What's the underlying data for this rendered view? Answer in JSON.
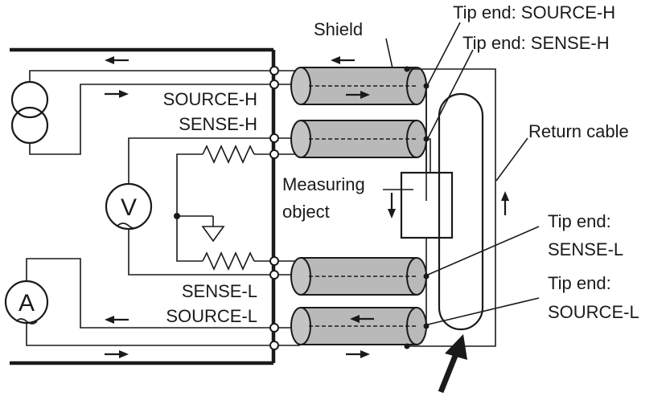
{
  "labels": {
    "shield": "Shield",
    "tip_source_h": "Tip end: SOURCE-H",
    "tip_sense_h": "Tip end: SENSE-H",
    "source_h": "SOURCE-H",
    "sense_h": "SENSE-H",
    "return_cable": "Return cable",
    "measuring_line1": "Measuring",
    "measuring_line2": "object",
    "tip_sense_l_line1": "Tip end:",
    "tip_sense_l_line2": "SENSE-L",
    "sense_l": "SENSE-L",
    "source_l": "SOURCE-L",
    "tip_source_l_line1": "Tip end:",
    "tip_source_l_line2": "SOURCE-L",
    "voltmeter": "V",
    "ammeter": "A"
  },
  "icons": {
    "current_source": "current-source-icon",
    "voltmeter": "voltmeter-icon",
    "ammeter": "ammeter-icon",
    "ground": "ground-icon",
    "resistor": "resistor-icon"
  },
  "colors": {
    "line": "#1a1a1a",
    "cable_fill": "#b9b9b9",
    "background": "#ffffff"
  }
}
